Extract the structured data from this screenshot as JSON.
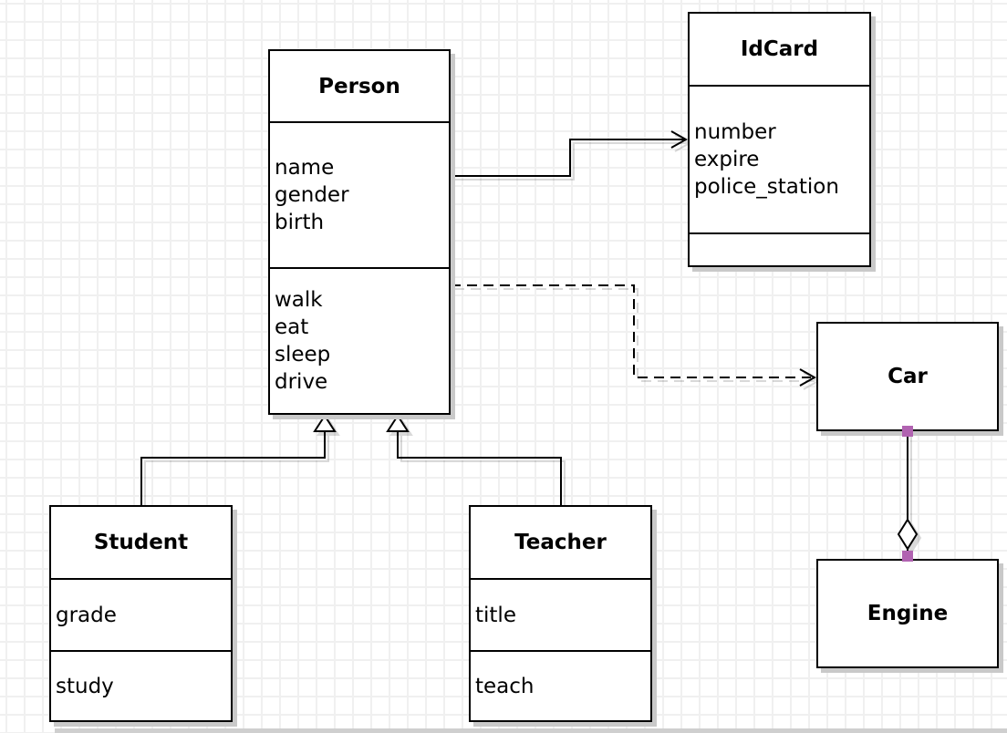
{
  "diagram": {
    "classes": [
      {
        "id": "person",
        "name": "Person",
        "attributes": [
          "name",
          "gender",
          "birth"
        ],
        "methods": [
          "walk",
          "eat",
          "sleep",
          "drive"
        ]
      },
      {
        "id": "idcard",
        "name": "IdCard",
        "attributes": [
          "number",
          "expire",
          "police_station"
        ],
        "methods": []
      },
      {
        "id": "car",
        "name": "Car",
        "attributes": [],
        "methods": []
      },
      {
        "id": "engine",
        "name": "Engine",
        "attributes": [],
        "methods": []
      },
      {
        "id": "student",
        "name": "Student",
        "attributes": [
          "grade"
        ],
        "methods": [
          "study"
        ]
      },
      {
        "id": "teacher",
        "name": "Teacher",
        "attributes": [
          "title"
        ],
        "methods": [
          "teach"
        ]
      }
    ],
    "relationships": [
      {
        "from": "Person",
        "to": "IdCard",
        "type": "association",
        "line": "solid",
        "arrow": "open"
      },
      {
        "from": "Person",
        "to": "Car",
        "type": "dependency",
        "line": "dashed",
        "arrow": "open"
      },
      {
        "from": "Student",
        "to": "Person",
        "type": "generalization",
        "line": "solid",
        "arrow": "hollow-triangle"
      },
      {
        "from": "Teacher",
        "to": "Person",
        "type": "generalization",
        "line": "solid",
        "arrow": "hollow-triangle"
      },
      {
        "from": "Car",
        "to": "Engine",
        "type": "aggregation",
        "line": "solid",
        "arrow": "hollow-diamond",
        "selected": true
      }
    ],
    "colors": {
      "box_border": "#000000",
      "box_fill": "#ffffff",
      "shadow": "#c9c9c9",
      "grid": "#f0f0f0",
      "selection_handle": "#b163b1",
      "line": "#000000"
    }
  }
}
